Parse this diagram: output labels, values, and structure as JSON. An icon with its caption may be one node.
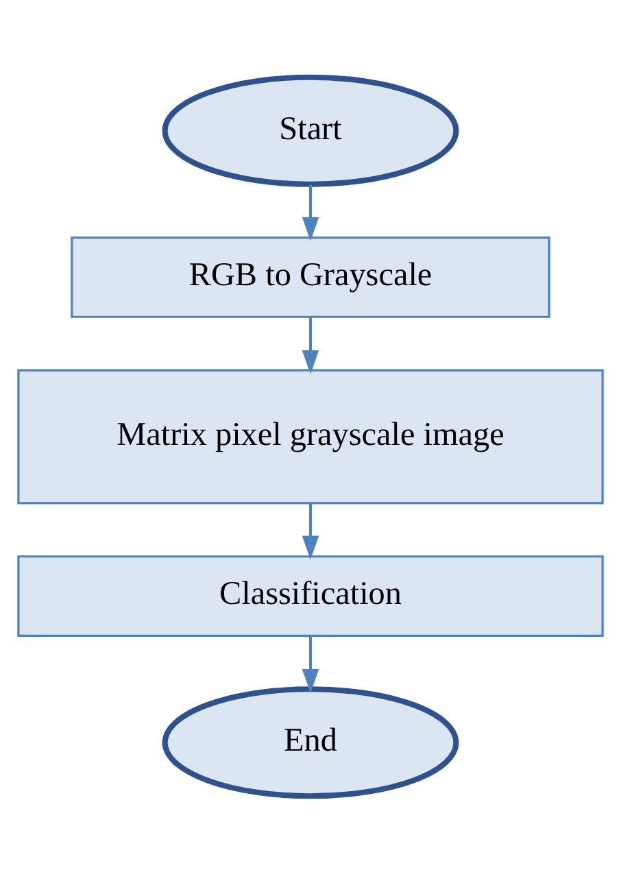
{
  "diagram": {
    "nodes": [
      {
        "text": [
          "Start"
        ]
      },
      {
        "text": [
          "RGB to Grayscale"
        ]
      },
      {
        "text": [
          "Matrix pixel grayscale image"
        ]
      },
      {
        "text": [
          "Classification"
        ]
      },
      {
        "text": [
          "End"
        ]
      }
    ],
    "edges": [
      {
        "from": 0,
        "to": 1,
        "arrow": "to"
      },
      {
        "from": 1,
        "to": 2,
        "arrow": "to"
      },
      {
        "from": 2,
        "to": 3,
        "arrow": "to"
      },
      {
        "from": 3,
        "to": 4,
        "arrow": "to"
      }
    ]
  }
}
